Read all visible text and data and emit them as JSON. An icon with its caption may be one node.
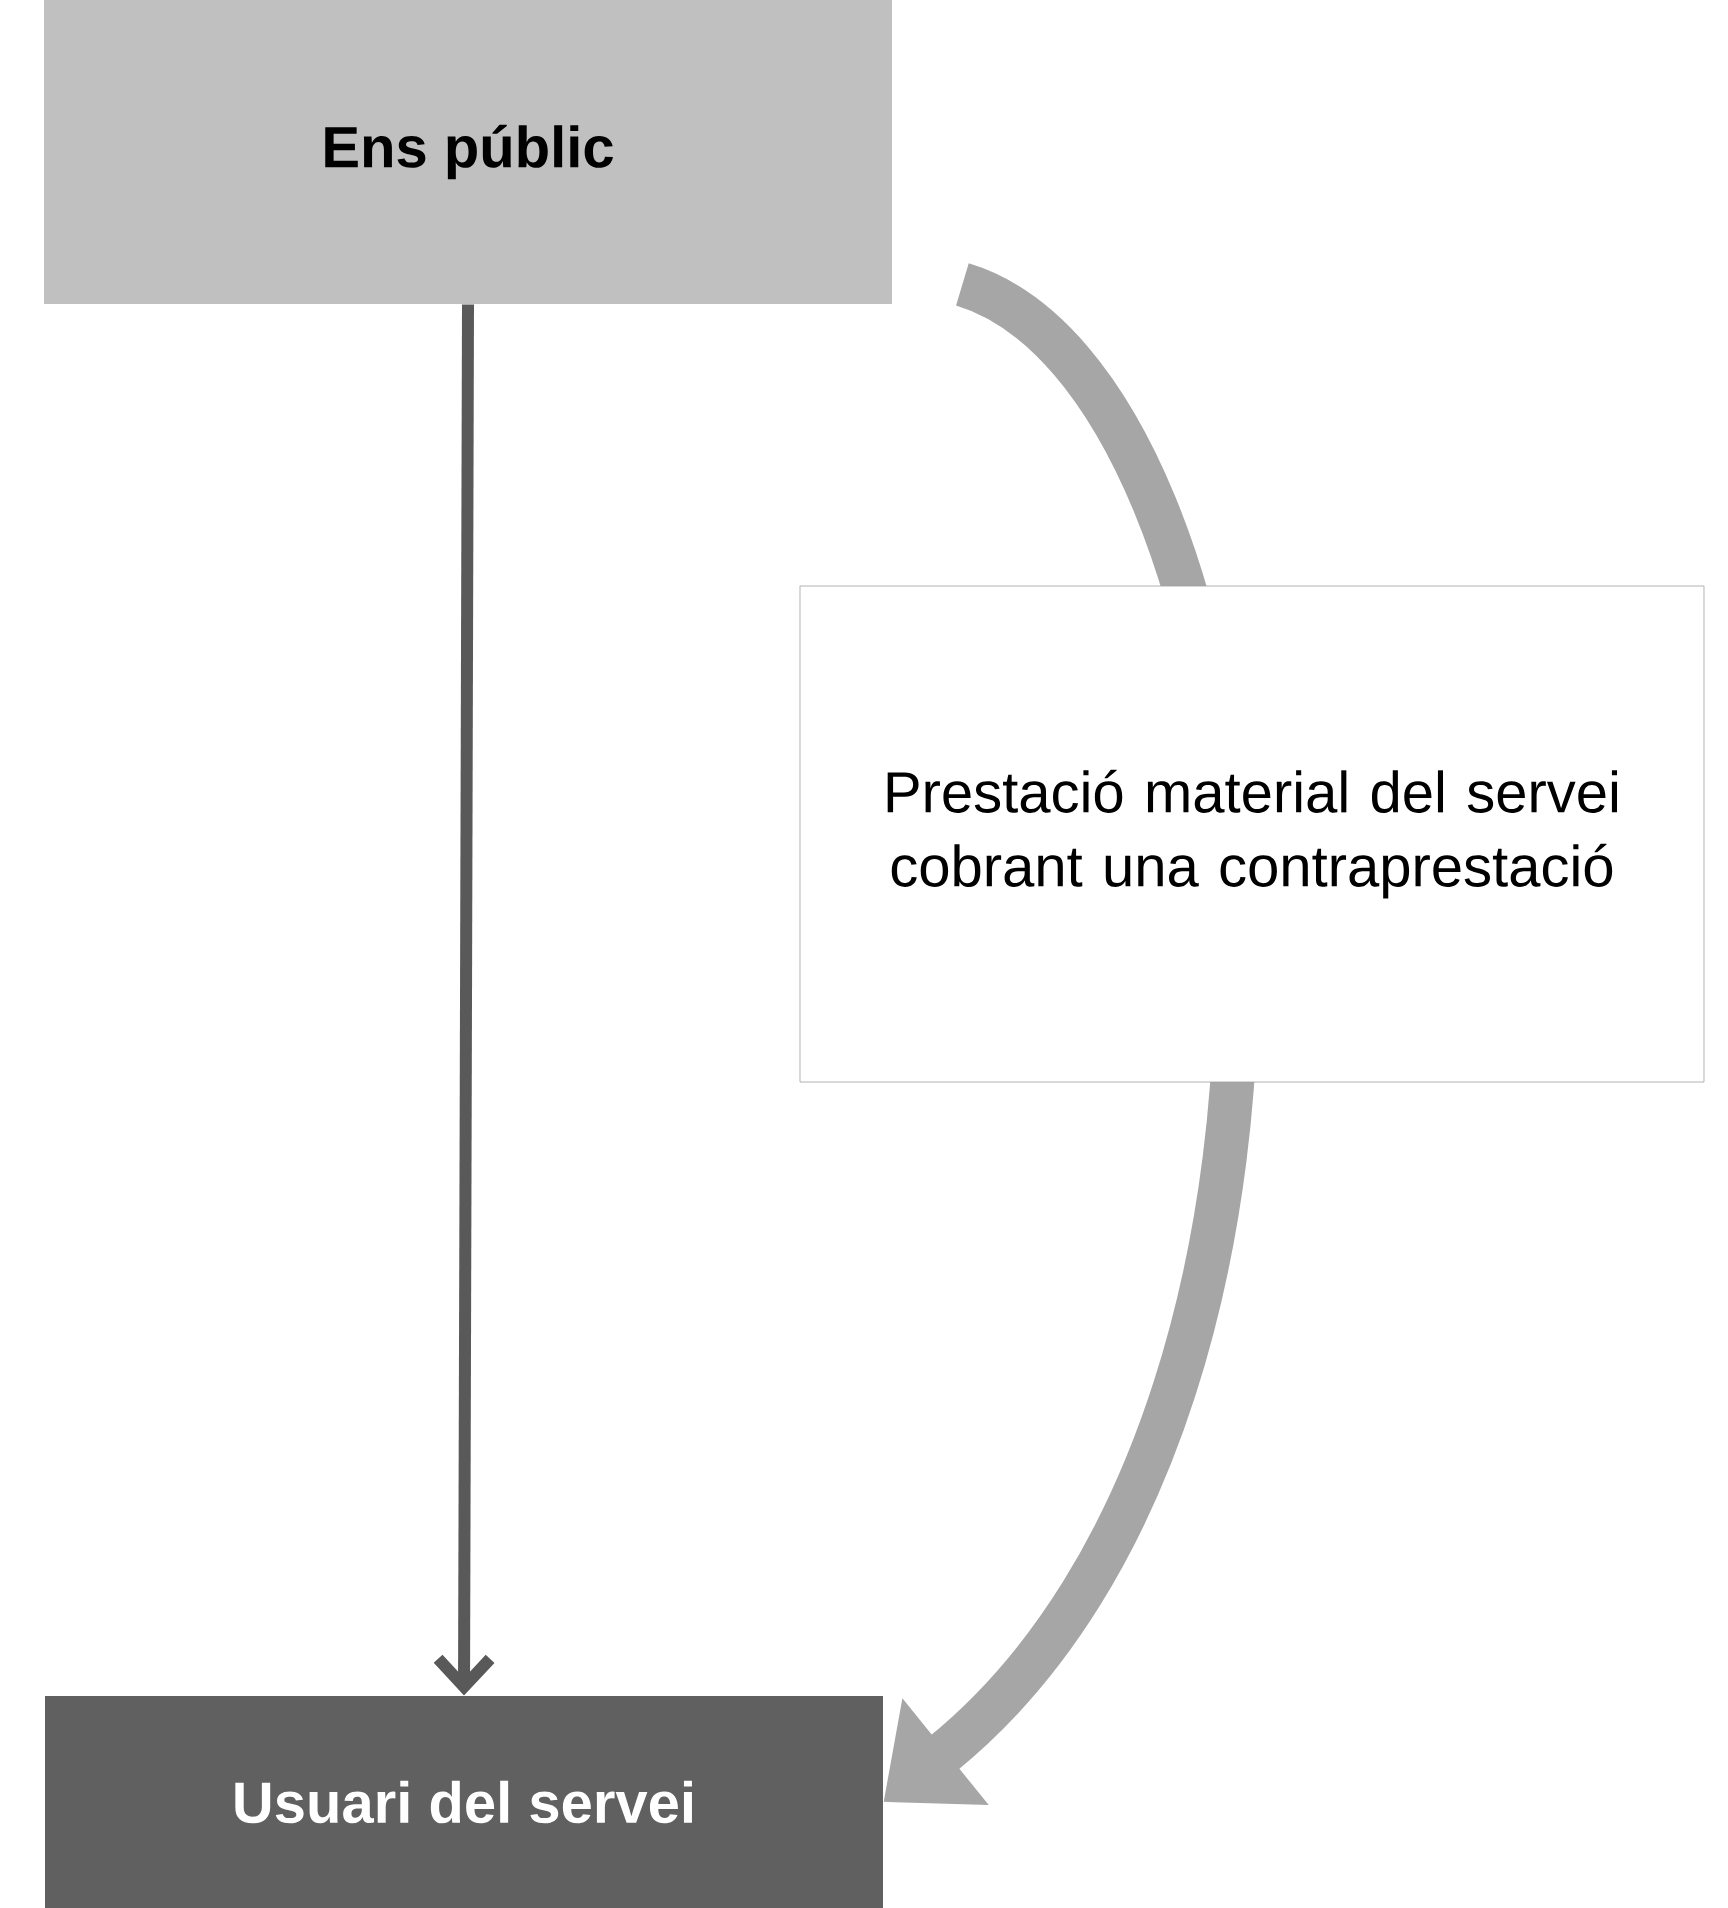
{
  "diagram": {
    "nodes": [
      {
        "text": [
          "Ens públic"
        ]
      },
      {
        "text": [
          "Usuari del servei"
        ]
      }
    ],
    "edges": [
      {
        "from": 0,
        "to": 1,
        "arrow": "to",
        "color": "#595959"
      },
      {
        "from": 0,
        "to": 1,
        "arrow": "to",
        "style": "thick",
        "color": "#a6a6a6",
        "label": "Prestació material del servei cobrant una contraprestació"
      }
    ]
  }
}
